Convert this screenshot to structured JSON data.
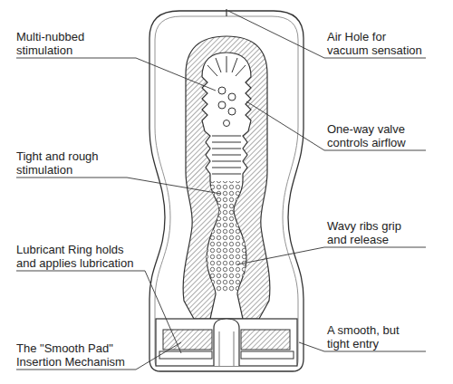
{
  "diagram": {
    "labels": [
      "Multi-nubbed stimulation",
      "Air Hole for vacuum sensation",
      "One-way valve controls airflow",
      "Tight and rough stimulation",
      "Wavy ribs grip and release",
      "Lubricant Ring holds and applies lubrication",
      "A smooth, but tight entry",
      "The \"Smooth Pad\" Insertion Mechanism"
    ]
  }
}
